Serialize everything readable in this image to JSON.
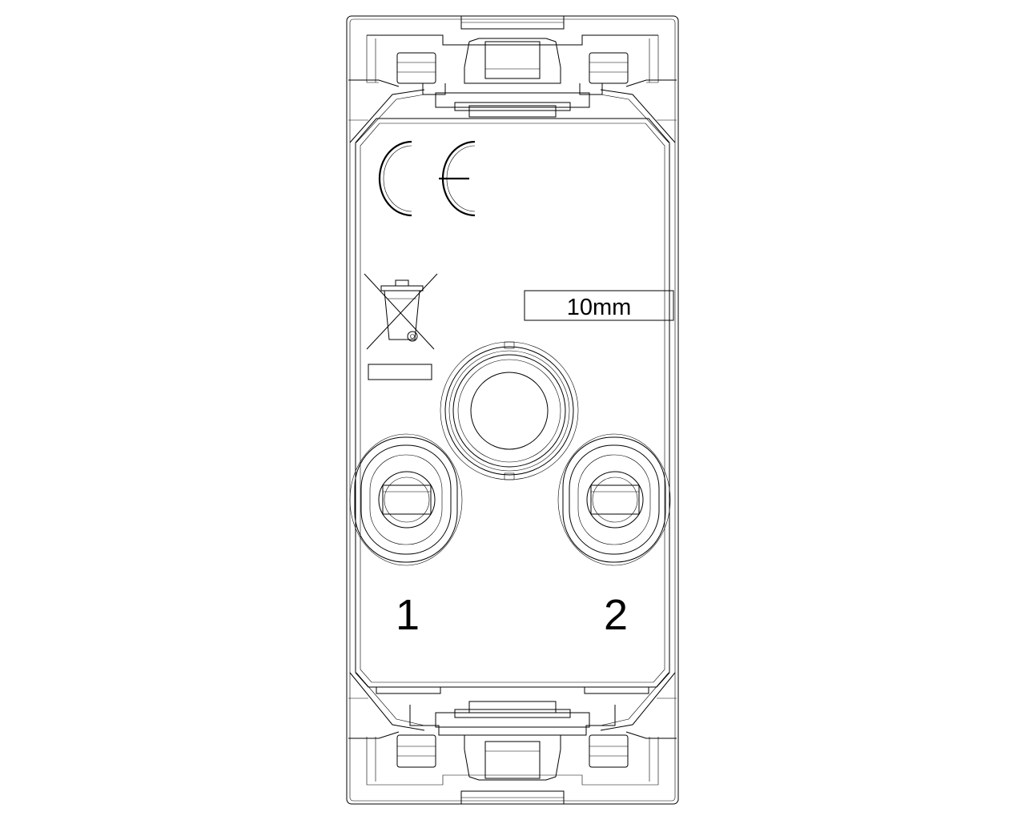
{
  "drawing": {
    "ce_mark": "CE",
    "weee_icon": "crossed-out-wheelie-bin-icon",
    "strip_length_label": "10mm",
    "terminals": [
      {
        "label": "1"
      },
      {
        "label": "2"
      }
    ],
    "line_color": "#000000",
    "background_color": "#ffffff"
  }
}
